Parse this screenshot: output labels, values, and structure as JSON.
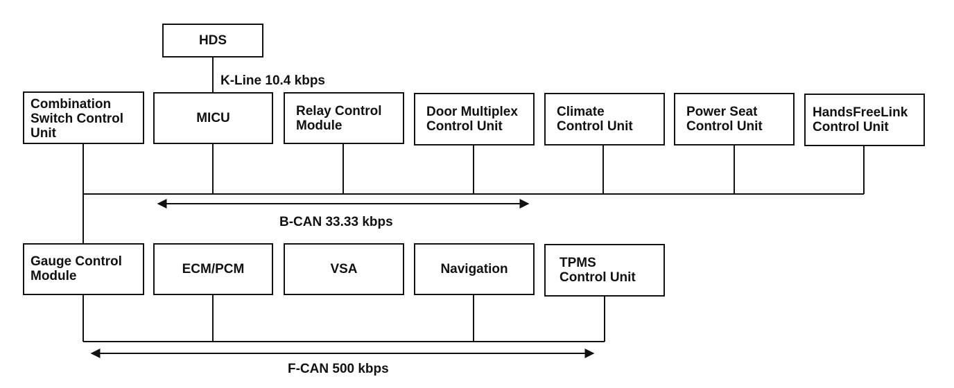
{
  "nodes": {
    "hds": "HDS",
    "combination": "Combination\nSwitch Control\nUnit",
    "micu": "MICU",
    "relay": "Relay Control\nModule",
    "door": "Door Multiplex\nControl Unit",
    "climate": "Climate\nControl Unit",
    "power_seat": "Power Seat\nControl Unit",
    "handsfree": "HandsFreeLink\nControl Unit",
    "gauge": "Gauge Control\nModule",
    "ecm": "ECM/PCM",
    "vsa": "VSA",
    "navigation": "Navigation",
    "tpms": "TPMS\nControl Unit"
  },
  "buses": {
    "kline": "K-Line 10.4 kbps",
    "bcan": "B-CAN 33.33 kbps",
    "fcan": "F-CAN 500 kbps"
  },
  "colors": {
    "stroke": "#111111",
    "background": "#ffffff"
  }
}
